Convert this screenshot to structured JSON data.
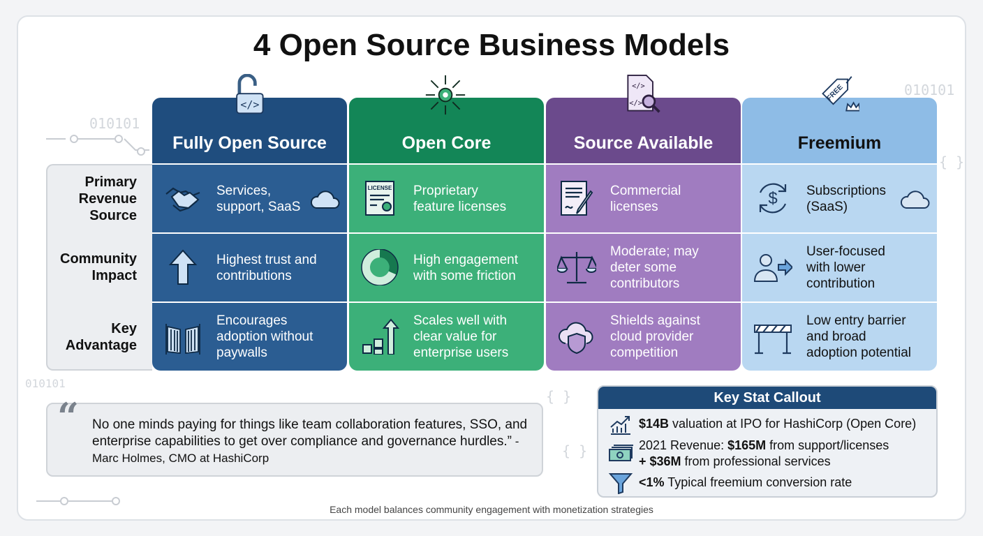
{
  "title": "4 Open Source Business Models",
  "row_labels": [
    "Primary Revenue Source",
    "Community Impact",
    "Key Advantage"
  ],
  "columns": [
    {
      "name": "Fully Open Source",
      "icon": "open-padlock-code-icon",
      "header_color": "#1f4d7e",
      "cell_color": "#2b5d92",
      "text_color": "#ffffff",
      "cells": [
        {
          "text": "Services, support, SaaS",
          "icon": "handshake-icon"
        },
        {
          "text": "Highest trust and contributions",
          "icon": "arrow-up-icon"
        },
        {
          "text": "Encourages adoption without paywalls",
          "icon": "open-gate-icon"
        }
      ]
    },
    {
      "name": "Open Core",
      "icon": "gear-arrows-icon",
      "header_color": "#138657",
      "cell_color": "#3cb079",
      "text_color": "#ffffff",
      "cells": [
        {
          "text": "Proprietary feature licenses",
          "icon": "license-certificate-icon"
        },
        {
          "text": "High engagement with some friction",
          "icon": "ring-chart-icon"
        },
        {
          "text": "Scales well with clear value for enterprise users",
          "icon": "growth-blocks-icon"
        }
      ]
    },
    {
      "name": "Source Available",
      "icon": "code-document-magnifier-icon",
      "header_color": "#6b4a8c",
      "cell_color": "#a07cc0",
      "text_color": "#ffffff",
      "cells": [
        {
          "text": "Commercial licenses",
          "icon": "signed-document-icon"
        },
        {
          "text": "Moderate; may deter some contributors",
          "icon": "balance-scale-icon"
        },
        {
          "text": "Shields against cloud provider competition",
          "icon": "cloud-shield-icon"
        }
      ]
    },
    {
      "name": "Freemium",
      "icon": "free-tag-crown-icon",
      "header_color": "#8ebce6",
      "cell_color": "#b9d7f1",
      "text_color": "#111111",
      "cells": [
        {
          "text": "Subscriptions (SaaS)",
          "icon": "dollar-cycle-icon"
        },
        {
          "text": "User-focused with lower contribution",
          "icon": "user-arrow-icon"
        },
        {
          "text": "Low entry barrier and broad adoption potential",
          "icon": "barrier-icon"
        }
      ]
    }
  ],
  "quote": {
    "text": "No one minds paying for things like team collaboration features, SSO, and enterprise capabilities to get over compliance and governance hurdles.”",
    "attribution": " - Marc Holmes, CMO at HashiCorp"
  },
  "stats": {
    "title": "Key Stat Callout",
    "items": [
      {
        "bold": "$14B",
        "text": " valuation at IPO for HashiCorp (Open Core)",
        "icon": "chart-growth-icon"
      },
      {
        "pre": "2021 Revenue: ",
        "bold": "$165M",
        "text": " from support/licenses",
        "bold2": "+ $36M",
        "text2": " from professional services",
        "icon": "cash-stack-icon"
      },
      {
        "bold": "<1%",
        "text": " Typical freemium conversion rate",
        "icon": "funnel-icon"
      }
    ]
  },
  "footer": "Each model balances community engagement with monetization strategies",
  "decor": [
    "010101",
    "{ }"
  ]
}
